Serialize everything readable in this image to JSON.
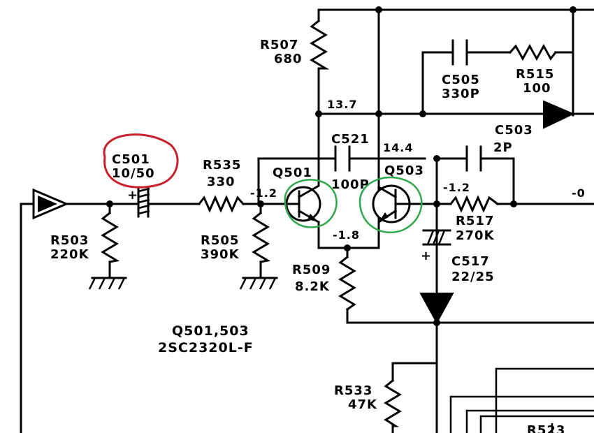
{
  "components": {
    "r507": {
      "ref": "R507",
      "value": "680"
    },
    "c505": {
      "ref": "C505",
      "value": "330P"
    },
    "r515": {
      "ref": "R515",
      "value": "100"
    },
    "c503": {
      "ref": "C503",
      "value": "2P"
    },
    "c521": {
      "ref": "C521",
      "value": "100P"
    },
    "c501": {
      "ref": "C501",
      "value": "10/50"
    },
    "r535": {
      "ref": "R535",
      "value": "330"
    },
    "q501": {
      "ref": "Q501"
    },
    "q503": {
      "ref": "Q503"
    },
    "r503": {
      "ref": "R503",
      "value": "220K"
    },
    "r505": {
      "ref": "R505",
      "value": "390K"
    },
    "r509": {
      "ref": "R509",
      "value": "8.2K"
    },
    "r517": {
      "ref": "R517",
      "value": "270K"
    },
    "c517": {
      "ref": "C517",
      "value": "22/25"
    },
    "r533": {
      "ref": "R533",
      "value": "47K"
    },
    "r523": {
      "ref": "R523"
    }
  },
  "voltages": {
    "v13_7": "13.7",
    "v14_4": "14.4",
    "q501_base": "-1.2",
    "q503_base": "-1.2",
    "emitter": "-1.8",
    "right_edge": "-0"
  },
  "polarity": {
    "c501_plus": "+",
    "c517_plus": "+"
  },
  "note": {
    "line1": "Q501,503",
    "line2": "2SC2320L-F"
  },
  "highlights": {
    "red": "#c8202a",
    "green": "#2fa84a"
  }
}
